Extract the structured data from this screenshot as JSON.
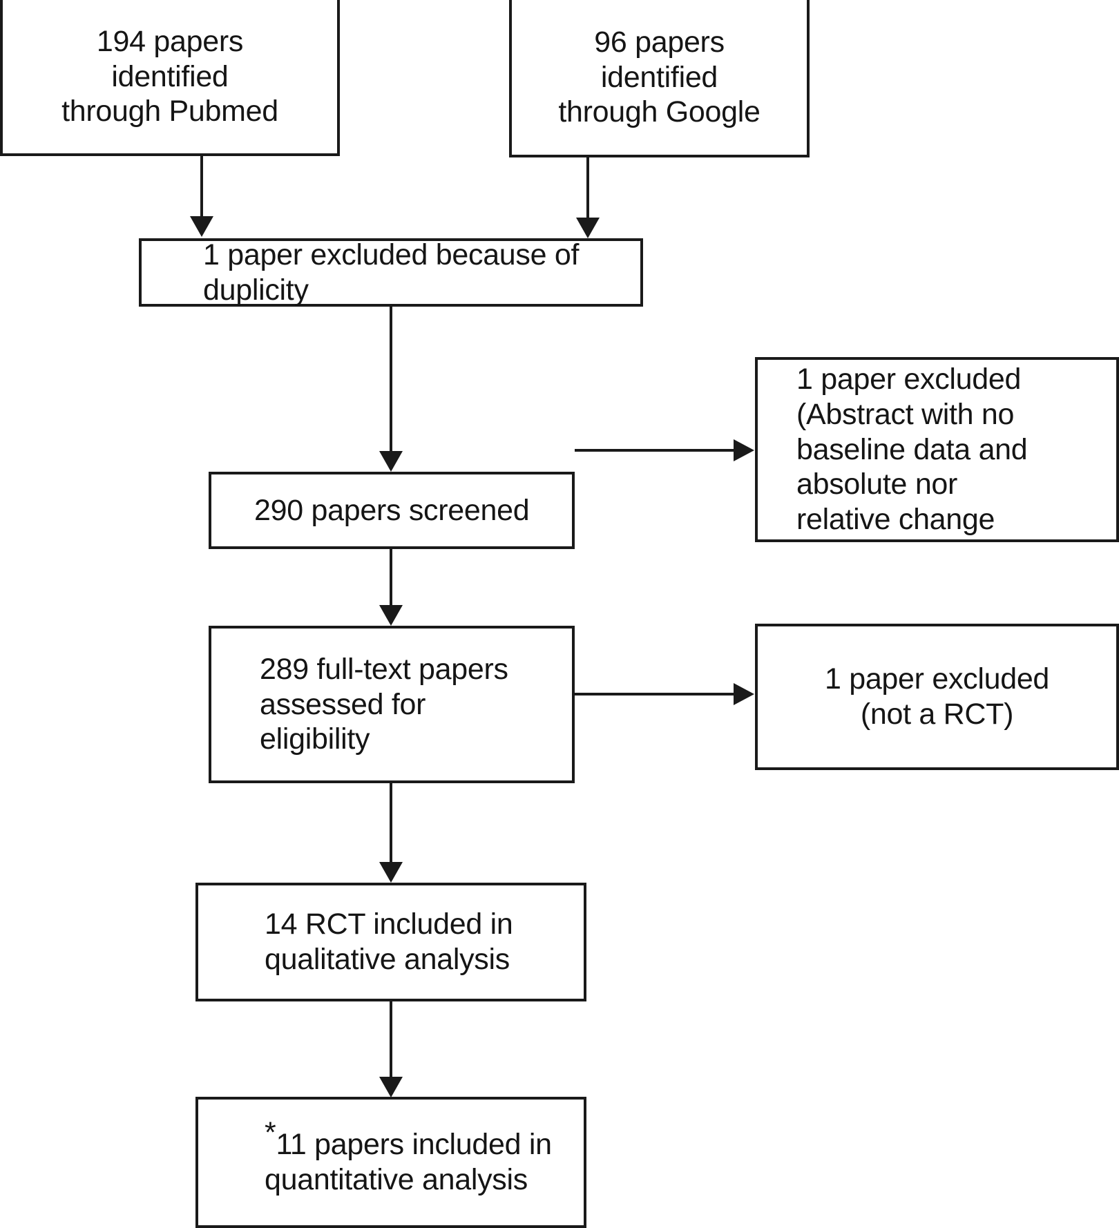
{
  "diagram": {
    "type": "prisma-flowchart",
    "title": "",
    "accent_color": "#1a1a1a",
    "background_color": "#ffffff",
    "nodes": [
      {
        "id": "pubmed",
        "lines": [
          "194 papers",
          "identified",
          "through Pubmed"
        ],
        "align": "center"
      },
      {
        "id": "google",
        "lines": [
          "96 papers",
          "identified",
          "through Google"
        ],
        "align": "center"
      },
      {
        "id": "duplicity",
        "lines": [
          "1 paper excluded because of",
          "duplicity"
        ],
        "align": "left"
      },
      {
        "id": "screened",
        "lines": [
          "290 papers screened"
        ],
        "align": "left"
      },
      {
        "id": "excluded-abstract",
        "lines": [
          "1 paper excluded",
          "(Abstract with no",
          "baseline data and",
          "absolute nor",
          "relative change"
        ],
        "align": "left"
      },
      {
        "id": "fulltext",
        "lines": [
          "289 full-text papers",
          "assessed for",
          "eligibility"
        ],
        "align": "left"
      },
      {
        "id": "excluded-rct",
        "lines": [
          "1 paper excluded",
          "(not a RCT)"
        ],
        "align": "center"
      },
      {
        "id": "qualitative",
        "lines": [
          "14 RCT included in",
          "qualitative analysis"
        ],
        "align": "left"
      },
      {
        "id": "quantitative",
        "star": "*",
        "lines": [
          "11 papers included in",
          "quantitative analysis"
        ],
        "align": "left"
      }
    ],
    "edges": [
      {
        "from": "pubmed",
        "to": "duplicity",
        "direction": "down"
      },
      {
        "from": "google",
        "to": "duplicity",
        "direction": "down"
      },
      {
        "from": "duplicity",
        "to": "screened",
        "direction": "down"
      },
      {
        "from": "screened",
        "to": "excluded-abstract",
        "direction": "right"
      },
      {
        "from": "screened",
        "to": "fulltext",
        "direction": "down"
      },
      {
        "from": "fulltext",
        "to": "excluded-rct",
        "direction": "right"
      },
      {
        "from": "fulltext",
        "to": "qualitative",
        "direction": "down"
      },
      {
        "from": "qualitative",
        "to": "quantitative",
        "direction": "down"
      }
    ]
  }
}
